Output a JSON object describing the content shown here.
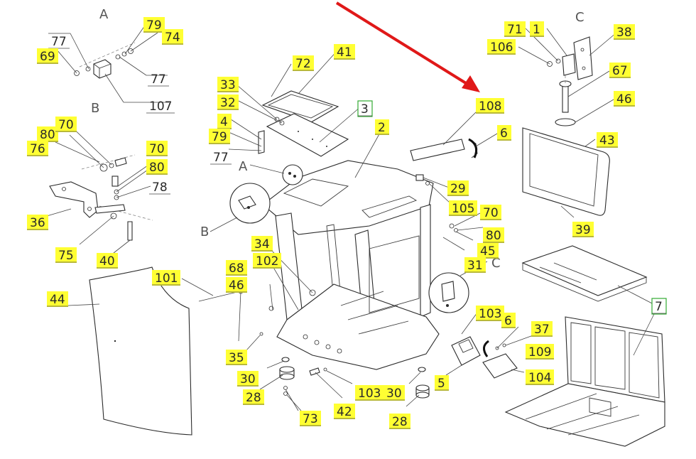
{
  "colors": {
    "highlight": "#ffff33",
    "boxed_border": "#33aa33",
    "arrow": "#e01818",
    "line": "#2b2b2b"
  },
  "section_letters": [
    "A",
    "B",
    "C"
  ],
  "labels": [
    "77",
    "79",
    "74",
    "69",
    "77",
    "107",
    "80",
    "70",
    "76",
    "70",
    "80",
    "78",
    "36",
    "75",
    "40",
    "33",
    "32",
    "4",
    "79",
    "77",
    "72",
    "41",
    "3",
    "2",
    "108",
    "6",
    "71",
    "1",
    "106",
    "38",
    "67",
    "46",
    "43",
    "39",
    "29",
    "105",
    "70",
    "80",
    "45",
    "31",
    "7",
    "34",
    "102",
    "68",
    "46",
    "101",
    "44",
    "35",
    "30",
    "28",
    "73",
    "103",
    "42",
    "30",
    "28",
    "5",
    "103",
    "6",
    "37",
    "104",
    "109"
  ],
  "highlighted": [
    false,
    true,
    true,
    true,
    false,
    false,
    true,
    true,
    true,
    true,
    true,
    false,
    true,
    true,
    true,
    true,
    true,
    true,
    true,
    false,
    true,
    true,
    false,
    true,
    true,
    true,
    true,
    true,
    true,
    true,
    true,
    true,
    true,
    true,
    true,
    true,
    true,
    true,
    true,
    true,
    false,
    true,
    true,
    true,
    true,
    true,
    true,
    true,
    true,
    true,
    true,
    true,
    true,
    true,
    true,
    true,
    true,
    true,
    true,
    true,
    true
  ],
  "boxed": [
    "3",
    "7"
  ]
}
